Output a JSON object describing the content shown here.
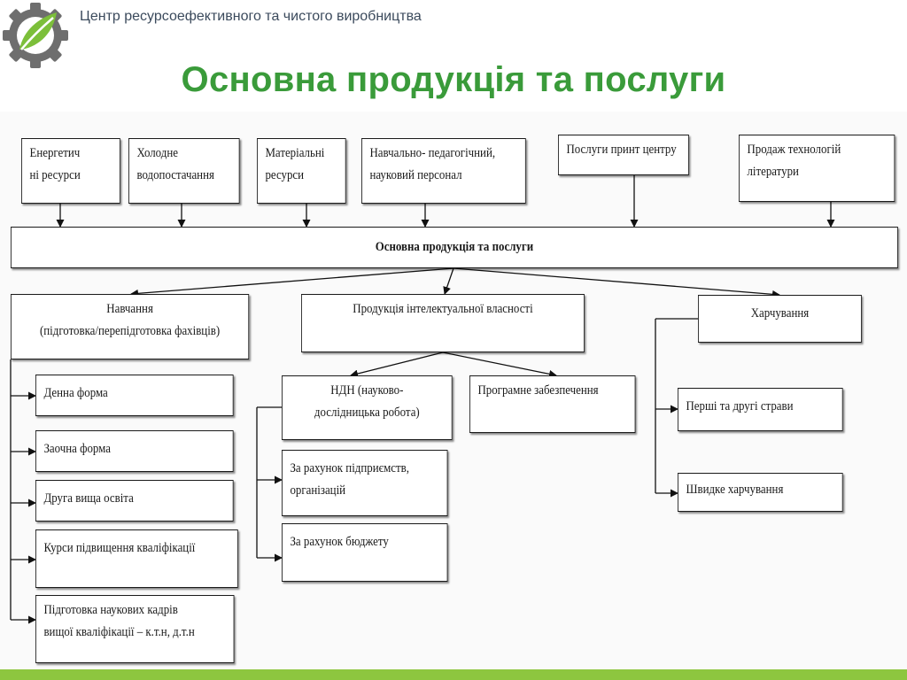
{
  "header": {
    "org_name": "Центр ресурсоефективного та чистого виробництва",
    "title": "Основна продукція та послуги"
  },
  "inputs": [
    {
      "line1": "Енергетич",
      "line2": "ні ресурси"
    },
    {
      "line1": "Холодне",
      "line2": "водопостачання"
    },
    {
      "line1": "Матеріальні",
      "line2": "ресурси"
    },
    {
      "line1": "Навчально- педагогічний,",
      "line2": "науковий персонал"
    },
    {
      "line1": "Послуги принт центру",
      "line2": ""
    },
    {
      "line1": "Продаж технологій",
      "line2": "літератури"
    }
  ],
  "main": {
    "label": "Основна продукція та послуги"
  },
  "branches": {
    "training": {
      "title": "Навчання",
      "subtitle": "(підготовка/перепідготовка фахівців)",
      "items": [
        {
          "line1": "Денна форма",
          "line2": ""
        },
        {
          "line1": "Заочна форма",
          "line2": ""
        },
        {
          "line1": "Друга вища освіта",
          "line2": ""
        },
        {
          "line1": "Курси підвищення кваліфікації",
          "line2": ""
        },
        {
          "line1": "Підготовка наукових кадрів",
          "line2": "вищої кваліфікації – к.т.н, д.т.н"
        }
      ]
    },
    "ip": {
      "title": "Продукція інтелектуальної власності",
      "research": {
        "line1": "НДН (науково-",
        "line2": "дослідницька робота)"
      },
      "software": "Програмне забезпечення",
      "funding": [
        {
          "line1": "За рахунок підприємств,",
          "line2": "організацій"
        },
        {
          "line1": "За рахунок бюджету",
          "line2": ""
        }
      ]
    },
    "catering": {
      "title": "Харчування",
      "items": [
        "Перші та другі страви",
        "Швидке харчування"
      ]
    }
  }
}
